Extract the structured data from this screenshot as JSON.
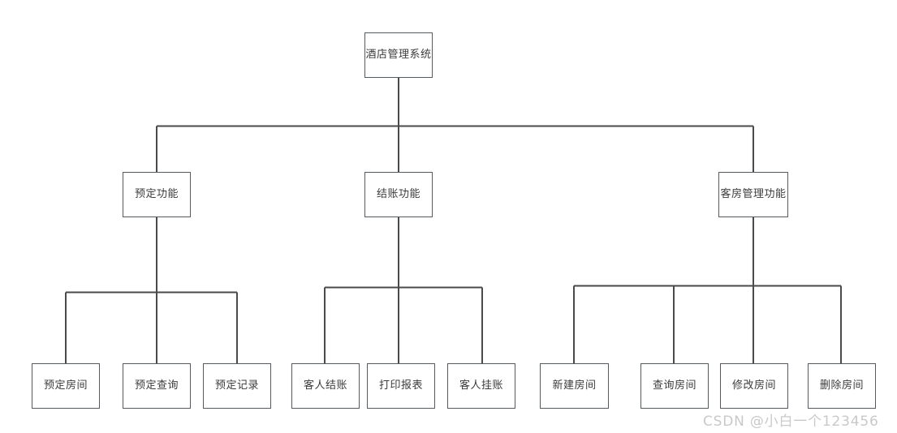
{
  "diagram": {
    "type": "tree",
    "orientation": "top-down",
    "title_node": "酒店管理系统",
    "colors": {
      "background": "#ffffff",
      "node_border": "#555a5f",
      "node_fill": "#ffffff",
      "edge": "#4a4a4a",
      "text": "#3b3b3b",
      "watermark": "#c9c9c9"
    },
    "root": {
      "label": "酒店管理系统"
    },
    "branches": [
      {
        "label": "预定功能",
        "children": [
          {
            "label": "预定房间"
          },
          {
            "label": "预定查询"
          },
          {
            "label": "预定记录"
          }
        ]
      },
      {
        "label": "结账功能",
        "children": [
          {
            "label": "客人结账"
          },
          {
            "label": "打印报表"
          },
          {
            "label": "客人挂账"
          }
        ]
      },
      {
        "label": "客房管理功能",
        "children": [
          {
            "label": "新建房间"
          },
          {
            "label": "查询房间"
          },
          {
            "label": "修改房间"
          },
          {
            "label": "删除房间"
          }
        ]
      }
    ]
  },
  "watermark": {
    "text": "CSDN @小白一个123456"
  }
}
